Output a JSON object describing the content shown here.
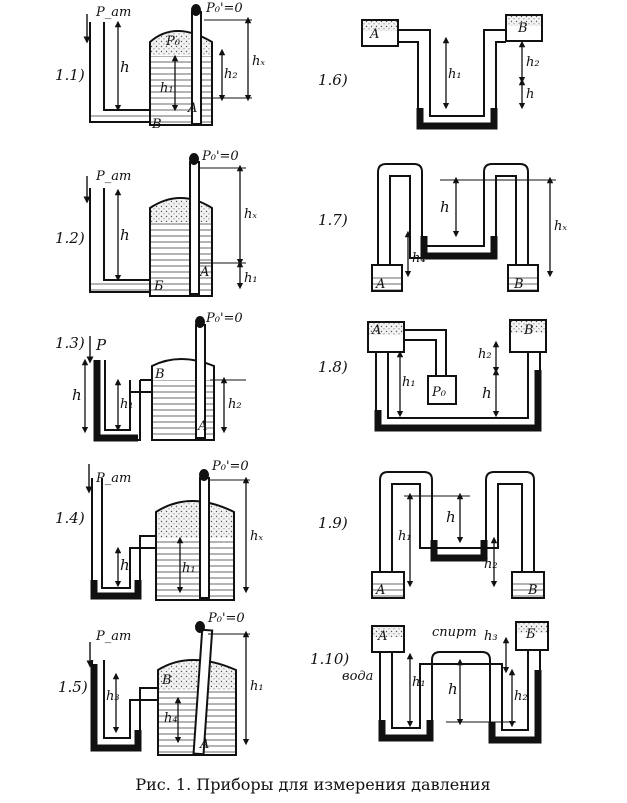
{
  "caption": "Рис. 1.  Приборы для измерения давления",
  "figures": [
    {
      "number": "1.1)",
      "labels": [
        "P_am",
        "P₀'=0",
        "P₀",
        "h",
        "h₁",
        "h₂",
        "hₓ",
        "B",
        "A"
      ]
    },
    {
      "number": "1.2)",
      "labels": [
        "P_am",
        "P₀'=0",
        "h",
        "hₓ",
        "h₁",
        "Б",
        "A"
      ]
    },
    {
      "number": "1.3)",
      "labels": [
        "P",
        "P₀'=0",
        "h",
        "h₁",
        "h₂",
        "B",
        "A"
      ]
    },
    {
      "number": "1.4)",
      "labels": [
        "P_am",
        "P₀'=0",
        "h",
        "h₁",
        "hₓ"
      ]
    },
    {
      "number": "1.5)",
      "labels": [
        "P_am",
        "P₀'=0",
        "h₃",
        "h₄",
        "h₁",
        "B",
        "A"
      ]
    },
    {
      "number": "1.6)",
      "labels": [
        "A",
        "B",
        "h₁",
        "h₂",
        "h"
      ]
    },
    {
      "number": "1.7)",
      "labels": [
        "h",
        "hₓ",
        "h₄",
        "A",
        "B"
      ]
    },
    {
      "number": "1.8)",
      "labels": [
        "A",
        "B",
        "P₀",
        "h₁",
        "h₂",
        "h"
      ]
    },
    {
      "number": "1.9)",
      "labels": [
        "h",
        "h₁",
        "h₂",
        "A",
        "B"
      ]
    },
    {
      "number": "1.10)",
      "labels": [
        "A",
        "Б",
        "спирт",
        "вода",
        "h₁",
        "h",
        "h₃",
        "h₂"
      ]
    }
  ]
}
